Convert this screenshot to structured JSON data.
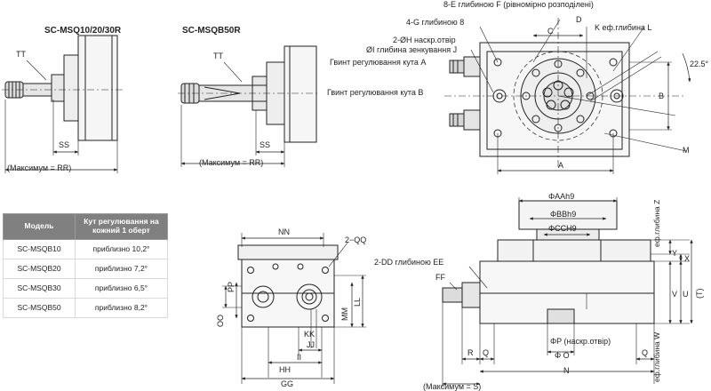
{
  "views": {
    "side_left_title": "SC-MSQ10/20/30R",
    "side_right_title": "SC-MSQB50R"
  },
  "labels": {
    "tt1": "TT",
    "tt2": "TT",
    "ss1": "SS",
    "ss2": "SS",
    "rr1": "(Максимум = RR)",
    "rr2": "(Максимум = RR)",
    "e_depth": "8-E глибиною F (рівномірно розподілені)",
    "g_depth": "4-G глибиною 8",
    "h_thru": "2-ØH наскр.отвір",
    "i_cbore": "ØI глибина зенкування J",
    "angle_a": "Гвинт регулювання кута А",
    "angle_b": "Гвинт регулювання кута В",
    "k_depth": "K еф.глибина L",
    "c": "C",
    "d": "D",
    "b": "B",
    "a": "A",
    "m": "M",
    "deg": "22.5°",
    "nn": "NN",
    "qq": "2−QQ",
    "pp": "PP",
    "oo": "OO",
    "mm": "MM",
    "ll": "LL",
    "kk": "KK",
    "jj": "JJ",
    "ii": "II",
    "hh": "HH",
    "gg": "GG",
    "aa": "ΦAAh9",
    "bb": "ΦBBh9",
    "cc": "ΦCCH9",
    "z_depth": "еф.глибина Z",
    "w_depth": "еф.глибина W",
    "dd_depth": "2-DD глибиною EE",
    "ff": "FF",
    "y": "Y",
    "x": "X",
    "u": "U",
    "v": "V",
    "t": "(T)",
    "p_thru": "ΦP (наскр.отвір)",
    "o": "Φ O",
    "r": "R",
    "q1": "Q",
    "q2": "Q",
    "n": "N",
    "s_max": "(Максимум = S)"
  },
  "table": {
    "headers": [
      "Модель",
      "Кут регулювання на кожний 1 оберт"
    ],
    "rows": [
      [
        "SC-MSQB10",
        "приблизно 10,2°"
      ],
      [
        "SC-MSQB20",
        "приблизно 7,2°"
      ],
      [
        "SC-MSQB30",
        "приблизно 6,5°"
      ],
      [
        "SC-MSQB50",
        "приблизно 8,2°"
      ]
    ]
  }
}
